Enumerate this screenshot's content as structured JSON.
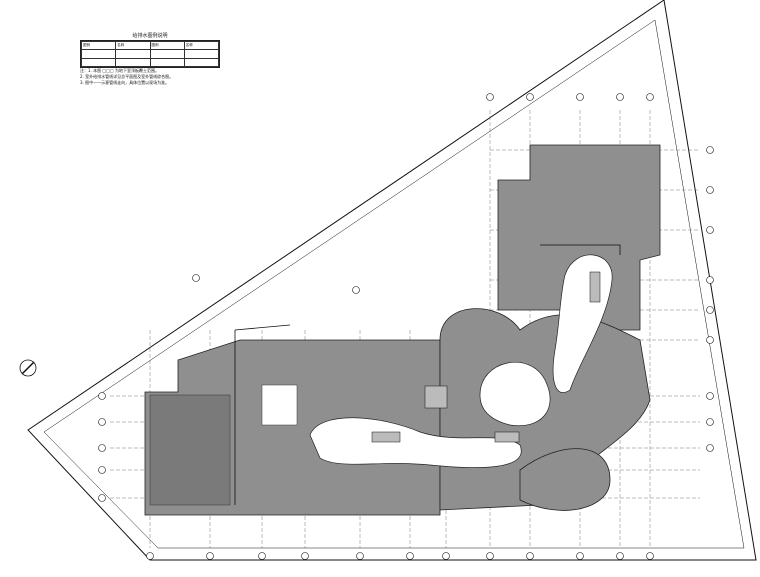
{
  "legend": {
    "title": "给排水图例说明",
    "headers": [
      "图例",
      "名称",
      "图例",
      "名称"
    ],
    "rows": [
      [
        "",
        "",
        "",
        ""
      ],
      [
        "",
        "",
        "",
        ""
      ],
      [
        "",
        "",
        "",
        ""
      ]
    ]
  },
  "notes": [
    "注：1. 本图 □□□ 为地下室顶板覆土范围。",
    "2. 室外给排水管线详见总平面图及室外管线综合图。",
    "3. 图中——示意管线走向，具体位置以现场为准。"
  ],
  "colors": {
    "building_fill": "#8f8f8f",
    "line": "#111111",
    "background": "#ffffff"
  }
}
